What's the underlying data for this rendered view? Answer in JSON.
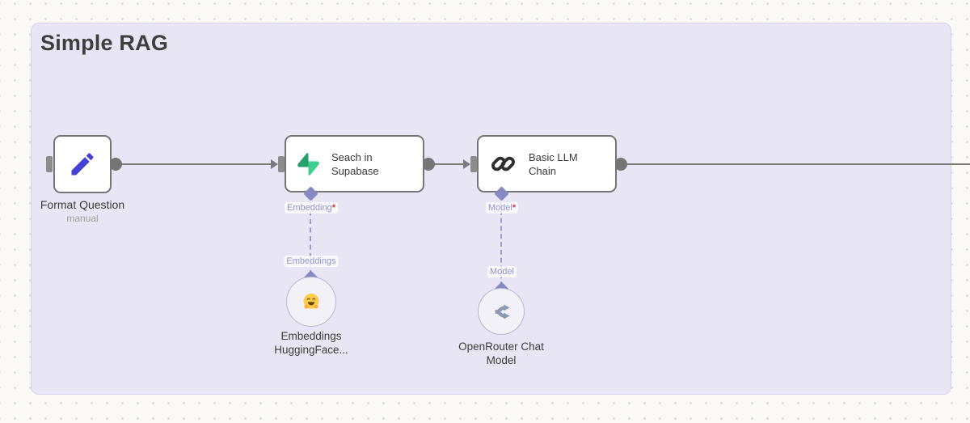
{
  "workflow": {
    "group_title": "Simple RAG"
  },
  "nodes": {
    "format_question": {
      "label": "Format Question",
      "subtitle": "manual"
    },
    "search_supabase": {
      "name_line1": "Seach in",
      "name_line2": "Supabase"
    },
    "basic_llm_chain": {
      "name": "Basic LLM Chain"
    },
    "embeddings_huggingface": {
      "label_line1": "Embeddings",
      "label_line2": "HuggingFace..."
    },
    "openrouter_chat_model": {
      "label_line1": "OpenRouter Chat",
      "label_line2": "Model"
    }
  },
  "ports": {
    "embedding_input_label": "Embedding",
    "embedding_required_mark": "*",
    "model_input_label": "Model",
    "model_required_mark": "*",
    "embeddings_connection_label": "Embeddings",
    "model_connection_label": "Model"
  },
  "colors": {
    "canvas_bg": "#faf9f6",
    "dot_grid": "#d8d5cf",
    "group_panel_bg": "#e8e5f4",
    "node_border": "#757575",
    "connection_gray": "#7b7b7b",
    "port_diamond": "#8789c4",
    "port_label_text": "#9094cb",
    "required_red": "#e03030",
    "pencil_blue": "#4440d4",
    "supabase_green_dark": "#29a06c",
    "supabase_green": "#3ecf8e",
    "chain_dark": "#2f2f2f",
    "openrouter_gray_blue": "#8e99b3"
  }
}
